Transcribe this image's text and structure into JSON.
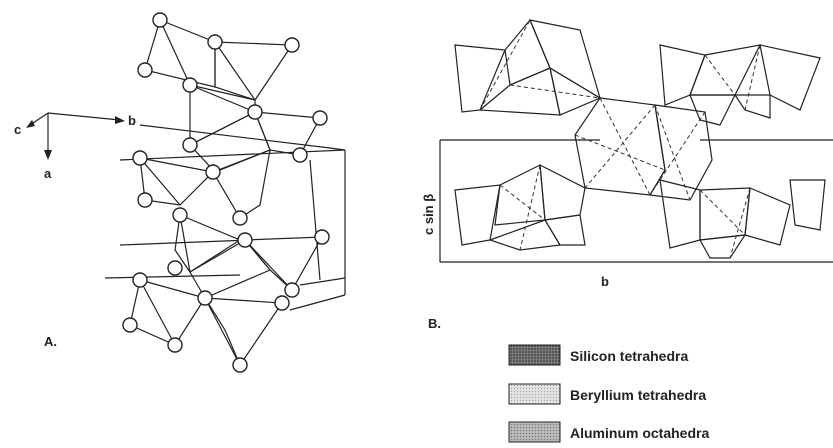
{
  "panel_a": {
    "label": "A.",
    "axes": {
      "a": "a",
      "b": "b",
      "c": "c"
    }
  },
  "panel_b": {
    "label": "B.",
    "axis_b": "b",
    "axis_c": "c sin β"
  },
  "legend": {
    "items": [
      {
        "label": "Silicon tetrahedra",
        "pattern": "dark"
      },
      {
        "label": "Beryllium tetrahedra",
        "pattern": "light"
      },
      {
        "label": "Aluminum octahedra",
        "pattern": "medium"
      }
    ]
  },
  "colors": {
    "silicon": "#6e6e6e",
    "beryllium": "#d2d2d2",
    "aluminum": "#a9a9a9",
    "ink": "#222222"
  }
}
